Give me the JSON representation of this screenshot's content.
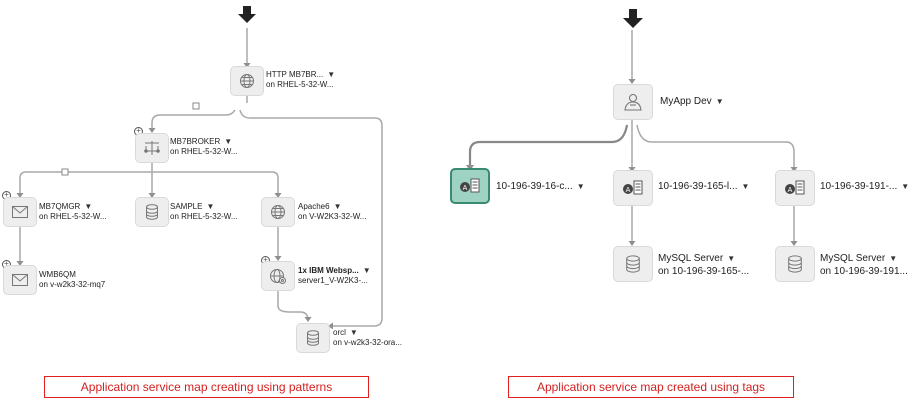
{
  "left_map": {
    "nodes": [
      {
        "id": "http",
        "name": "HTTP MB7BR...",
        "host": "on RHEL-5-32-W...",
        "icon": "globe-icon",
        "bold": false
      },
      {
        "id": "broker",
        "name": "MB7BROKER",
        "host": "on RHEL-5-32-W...",
        "icon": "broker-icon",
        "bold": false
      },
      {
        "id": "mb7qmgr",
        "name": "MB7QMGR",
        "host": "on RHEL-5-32-W...",
        "icon": "mail-icon",
        "bold": false
      },
      {
        "id": "sample",
        "name": "SAMPLE",
        "host": "on RHEL-5-32-W...",
        "icon": "database-icon",
        "bold": false
      },
      {
        "id": "apache",
        "name": "Apache6",
        "host": "on V-W2K3-32-W...",
        "icon": "globe-icon",
        "bold": false
      },
      {
        "id": "wmb",
        "name": "WMB6QM",
        "host": "on v-w2k3-32-mq7",
        "icon": "mail-icon",
        "bold": false
      },
      {
        "id": "websphere",
        "name": "1x IBM Websp...",
        "host": "server1_V-W2K3-...",
        "icon": "globe-gear-icon",
        "bold": true
      },
      {
        "id": "orcl",
        "name": "orcl",
        "host": "on v-w2k3-32-ora...",
        "icon": "database-icon",
        "bold": false
      }
    ],
    "caption": "Application service map creating  using  patterns"
  },
  "right_map": {
    "nodes": [
      {
        "id": "myapp",
        "name": "MyApp Dev",
        "host": "",
        "icon": "user-icon"
      },
      {
        "id": "h16",
        "name": "10-196-39-16-c...",
        "host": "",
        "icon": "server-icon",
        "selected": true
      },
      {
        "id": "h165",
        "name": "10-196-39-165-l...",
        "host": "",
        "icon": "server-icon"
      },
      {
        "id": "h191",
        "name": "10-196-39-191-...",
        "host": "",
        "icon": "server-icon"
      },
      {
        "id": "mysql1",
        "name": "MySQL Server",
        "host": "on 10-196-39-165-...",
        "icon": "database-icon"
      },
      {
        "id": "mysql2",
        "name": "MySQL Server",
        "host": "on 10-196-39-191...",
        "icon": "database-icon"
      }
    ],
    "caption": "Application service map created using tags"
  },
  "colors": {
    "wire": "#a8a8a8",
    "caption": "#d42020",
    "node_bg": "#eeeeee",
    "selected_bg": "#9ed3c3",
    "selected_border": "#3a8a72"
  }
}
